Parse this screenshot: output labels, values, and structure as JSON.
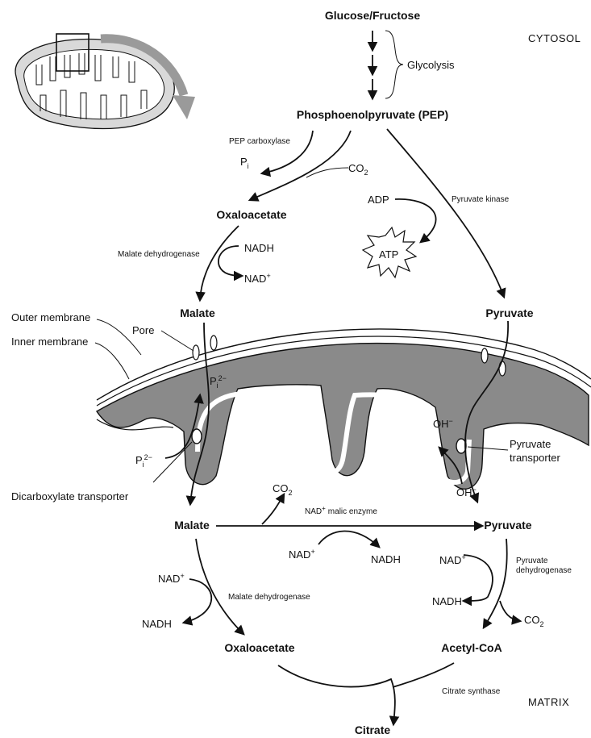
{
  "regions": {
    "cytosol": "CYTOSOL",
    "matrix": "MATRIX"
  },
  "metabolites": {
    "glucose": "Glucose/Fructose",
    "pep": "Phosphoenolpyruvate (PEP)",
    "oxaloacetate_cyto": "Oxaloacetate",
    "malate_cyto": "Malate",
    "pyruvate_cyto": "Pyruvate",
    "malate_matrix": "Malate",
    "pyruvate_matrix": "Pyruvate",
    "oxaloacetate_matrix": "Oxaloacetate",
    "acetyl_coa": "Acetyl-CoA",
    "citrate": "Citrate"
  },
  "processes": {
    "glycolysis": "Glycolysis",
    "pep_carboxylase": "PEP carboxylase",
    "pyruvate_kinase": "Pyruvate kinase",
    "malate_dh_cyto": "Malate dehydrogenase",
    "malic_enzyme": "malic enzyme",
    "malate_dh_matrix": "Malate dehydrogenase",
    "pyruvate_dh_line1": "Pyruvate",
    "pyruvate_dh_line2": "dehydrogenase",
    "citrate_synthase": "Citrate synthase"
  },
  "cofactors": {
    "pi_base": "P",
    "pi_sub": "i",
    "pi_charge": "2−",
    "co2_base": "CO",
    "co2_sub": "2",
    "adp": "ADP",
    "atp": "ATP",
    "nadh": "NADH",
    "nad_base": "NAD",
    "nad_sup": "+",
    "oh": "OH",
    "oh_sup": "−"
  },
  "structures": {
    "outer_membrane": "Outer membrane",
    "inner_membrane": "Inner membrane",
    "pore": "Pore",
    "dicarboxylate_transporter": "Dicarboxylate transporter",
    "pyruvate_transporter_line1": "Pyruvate",
    "pyruvate_transporter_line2": "transporter"
  },
  "colors": {
    "ink": "#111111",
    "intermembrane": "#8a8a8a",
    "arrow_gray": "#9a9a9a",
    "background": "#ffffff"
  }
}
